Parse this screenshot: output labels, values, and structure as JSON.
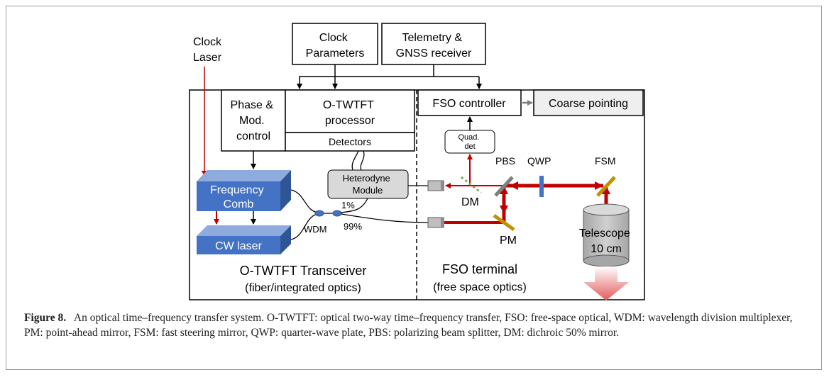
{
  "diagram": {
    "clock_laser": [
      "Clock",
      "Laser"
    ],
    "clock_parameters": [
      "Clock",
      "Parameters"
    ],
    "telemetry": [
      "Telemetry &",
      "GNSS receiver"
    ],
    "phase_mod_control": [
      "Phase &",
      "Mod.",
      "control"
    ],
    "otwtft_processor": [
      "O-TWTFT",
      "processor"
    ],
    "detectors": "Detectors",
    "fso_controller": "FSO controller",
    "coarse_pointing": "Coarse pointing",
    "quad_det": [
      "Quad.",
      "det"
    ],
    "heterodyne_module": [
      "Heterodyne",
      "Module"
    ],
    "frequency_comb": [
      "Frequency",
      "Comb"
    ],
    "cw_laser": "CW laser",
    "wdm": "WDM",
    "split_1": "1%",
    "split_99": "99%",
    "pbs": "PBS",
    "qwp": "QWP",
    "fsm": "FSM",
    "dm": "DM",
    "pm": "PM",
    "telescope": [
      "Telescope",
      "10 cm"
    ],
    "transceiver_title": "O-TWTFT Transceiver",
    "transceiver_sub": "(fiber/integrated optics)",
    "terminal_title": "FSO terminal",
    "terminal_sub": "(free space optics)"
  },
  "caption": {
    "label": "Figure 8.",
    "text": "An optical time–frequency transfer system. O-TWTFT: optical two-way time–frequency transfer, FSO: free-space optical, WDM: wavelength division multiplexer, PM: point-ahead mirror, FSM: fast steering mirror, QWP: quarter-wave plate, PBS: polarizing beam splitter, DM: dichroic 50% mirror."
  },
  "colors": {
    "laser_red": "#c00000",
    "beam_red": "#c00000",
    "block_blue": "#4472c4",
    "block_blue_dark": "#2f5597",
    "mirror_gold": "#bf9000",
    "qwp_blue": "#4472c4",
    "dm_green": "#70ad47",
    "arrow_gray": "#7f7f7f",
    "module_gray": "#d9d9d9"
  }
}
